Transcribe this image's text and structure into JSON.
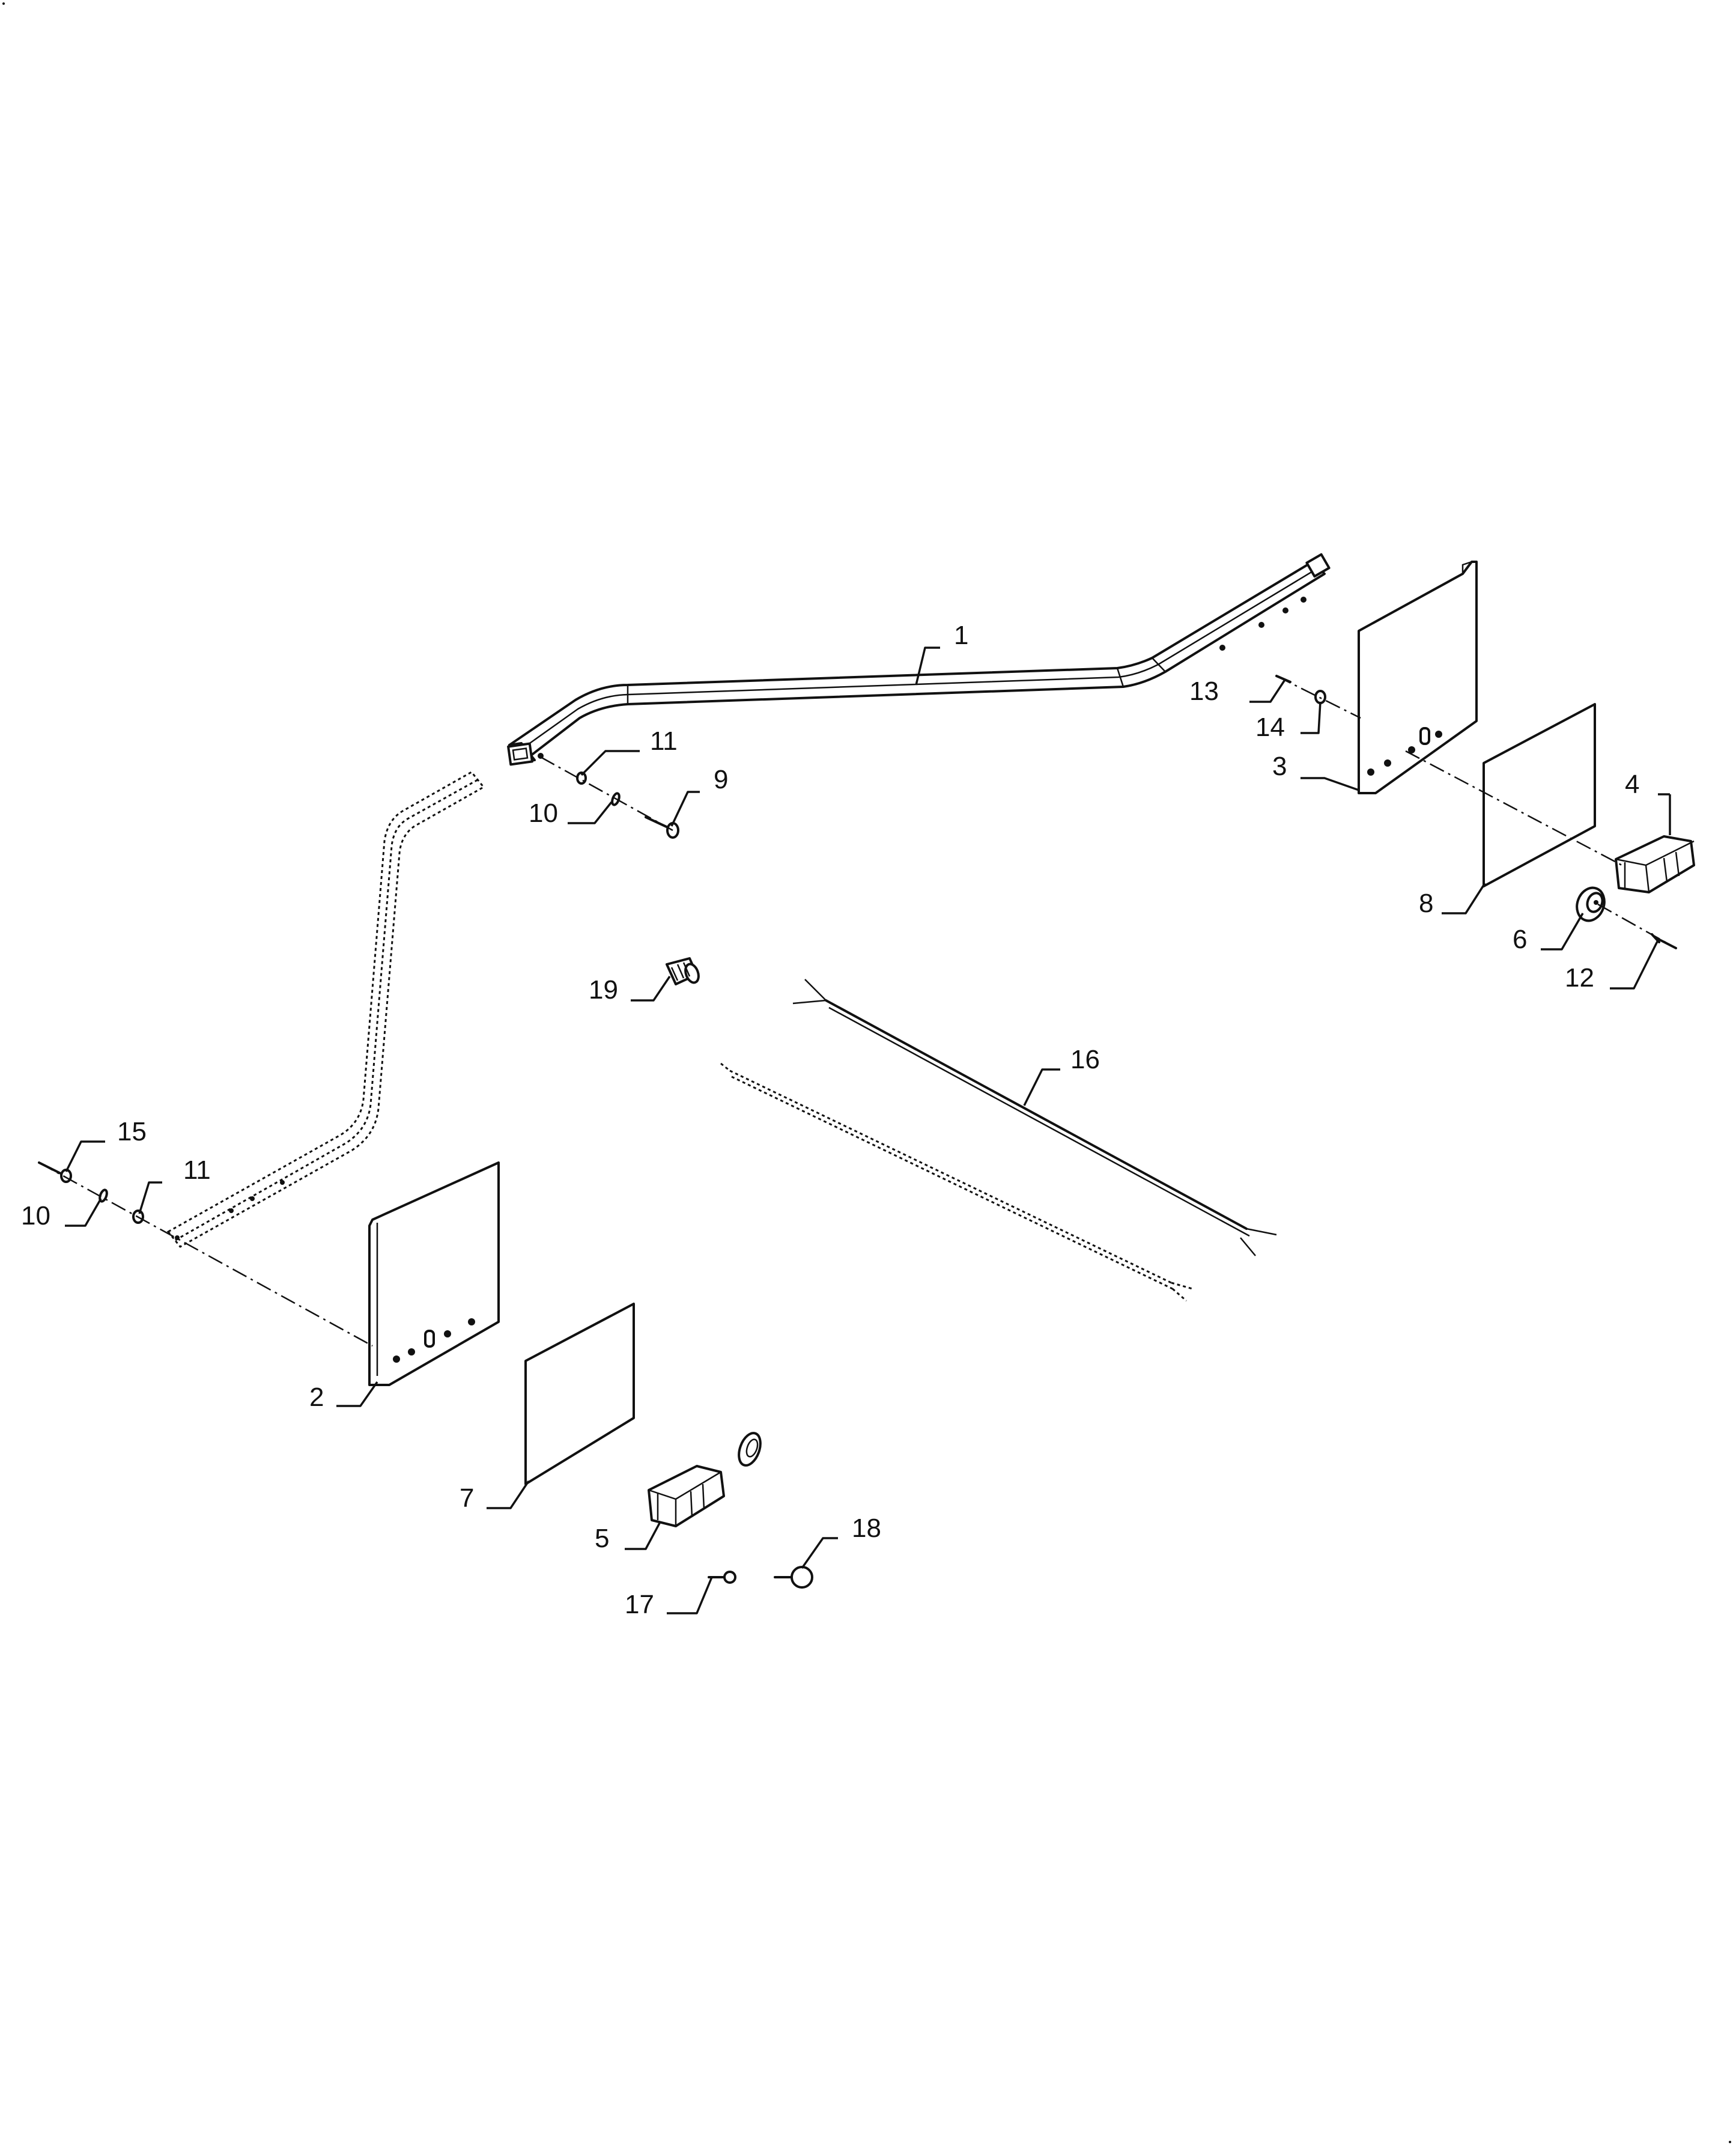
{
  "callouts": [
    {
      "label": "1"
    },
    {
      "label": "2"
    },
    {
      "label": "3"
    },
    {
      "label": "4"
    },
    {
      "label": "5"
    },
    {
      "label": "6"
    },
    {
      "label": "7"
    },
    {
      "label": "8"
    },
    {
      "label": "9"
    },
    {
      "label": "10"
    },
    {
      "label": "10"
    },
    {
      "label": "11"
    },
    {
      "label": "11"
    },
    {
      "label": "12"
    },
    {
      "label": "13"
    },
    {
      "label": "14"
    },
    {
      "label": "15"
    },
    {
      "label": "16"
    },
    {
      "label": "17"
    },
    {
      "label": "18"
    },
    {
      "label": "19"
    }
  ]
}
